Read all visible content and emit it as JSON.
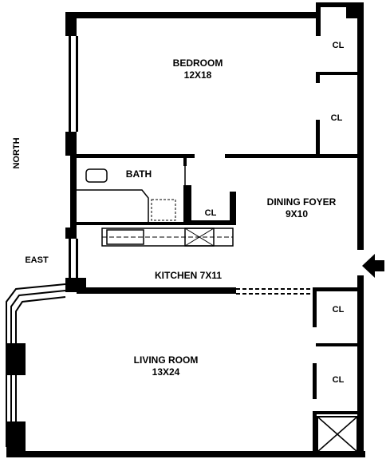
{
  "rooms": {
    "bedroom": {
      "name": "BEDROOM",
      "size": "12X18"
    },
    "bath": {
      "name": "BATH"
    },
    "dining_foyer": {
      "name": "DINING FOYER",
      "size": "9X10"
    },
    "kitchen": {
      "name": "KITCHEN 7X11"
    },
    "living_room": {
      "name": "LIVING ROOM",
      "size": "13X24"
    }
  },
  "closets": {
    "label": "CL"
  },
  "compass": {
    "north": "NORTH",
    "east": "EAST"
  },
  "colors": {
    "ink": "#000000",
    "paper": "#ffffff"
  }
}
